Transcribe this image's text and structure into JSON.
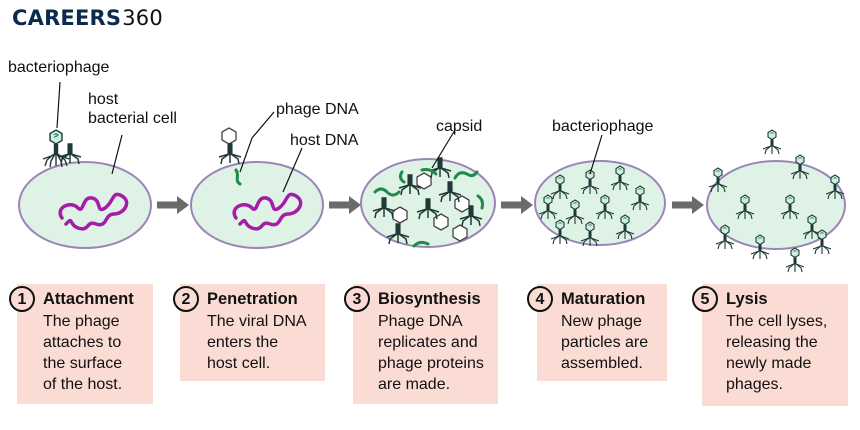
{
  "logo": {
    "brand": "CAREERS",
    "number": "360"
  },
  "labels": {
    "bacteriophage_1": "bacteriophage",
    "host_bacterial_cell": "host\nbacterial cell",
    "phage_dna": "phage DNA",
    "host_dna": "host DNA",
    "capsid": "capsid",
    "bacteriophage_2": "bacteriophage"
  },
  "steps": [
    {
      "number": "1",
      "title": "Attachment",
      "description": "The phage\nattaches to\nthe surface\nof the host."
    },
    {
      "number": "2",
      "title": "Penetration",
      "description": "The viral DNA\nenters the\nhost cell."
    },
    {
      "number": "3",
      "title": "Biosynthesis",
      "description": "Phage DNA\nreplicates and\nphage proteins\nare made."
    },
    {
      "number": "4",
      "title": "Maturation",
      "description": "New phage\nparticles are\nassembled."
    },
    {
      "number": "5",
      "title": "Lysis",
      "description": "The cell lyses,\nreleasing the\nnewly made\nphages."
    }
  ],
  "colors": {
    "cell_fill": "#dff2e6",
    "cell_stroke": "#9a86b6",
    "host_dna": "#a51ca6",
    "phage_dna": "#1f8a4c",
    "arrow": "#6b6b6b",
    "step_box": "#fadcd4",
    "phage_body": "#1f3a36"
  },
  "icons": [
    "arrow-right-icon",
    "bacteriophage-icon",
    "capsid-icon"
  ]
}
